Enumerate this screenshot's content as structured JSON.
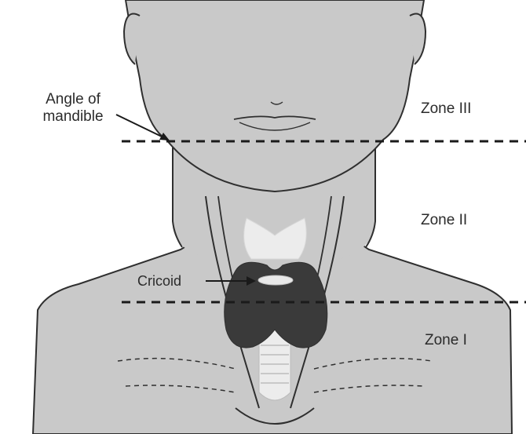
{
  "labels": {
    "angle_of_mandible_line1": "Angle of",
    "angle_of_mandible_line2": "mandible",
    "zone_3": "Zone III",
    "zone_2": "Zone II",
    "zone_1": "Zone I",
    "cricoid": "Cricoid"
  },
  "colors": {
    "skin": "#c9c9c9",
    "outline": "#2f2f2f",
    "thyroid": "#3a3a3a",
    "cartilage": "#ececec",
    "background": "#ffffff"
  }
}
